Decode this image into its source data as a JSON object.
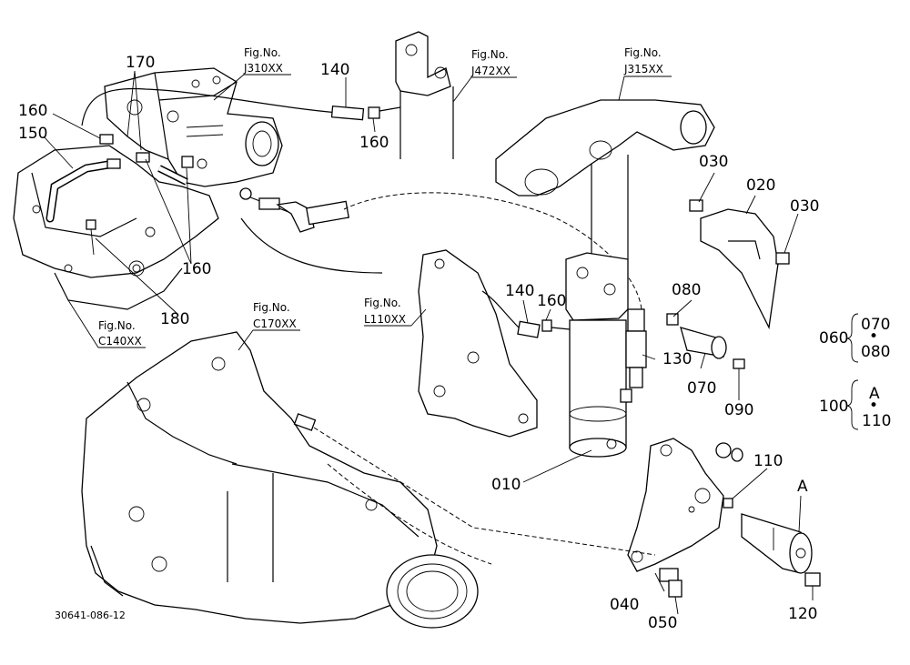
{
  "diagram_code": "30641-086-12",
  "figure_refs": {
    "j310": {
      "label": "Fig.No.",
      "code": "J310XX"
    },
    "j472": {
      "label": "Fig.No.",
      "code": "J472XX"
    },
    "j315": {
      "label": "Fig.No.",
      "code": "J315XX"
    },
    "l110": {
      "label": "Fig.No.",
      "code": "L110XX"
    },
    "c170": {
      "label": "Fig.No.",
      "code": "C170XX"
    },
    "c140": {
      "label": "Fig.No.",
      "code": "C140XX"
    }
  },
  "parts": {
    "p010": "010",
    "p020": "020",
    "p030a": "030",
    "p030b": "030",
    "p040": "040",
    "p050": "050",
    "p060": "060",
    "p070a": "070",
    "p070b": "070",
    "p080a": "080",
    "p080b": "080",
    "p090": "090",
    "p100": "100",
    "p110a": "110",
    "p110b": "110",
    "p120": "120",
    "p130": "130",
    "p140a": "140",
    "p140b": "140",
    "p150": "150",
    "p160a": "160",
    "p160b": "160",
    "p160c": "160",
    "p160d": "160",
    "p170": "170",
    "p180": "180"
  },
  "marker_a": "A",
  "marker_a_group": "A",
  "group_separator": "•"
}
